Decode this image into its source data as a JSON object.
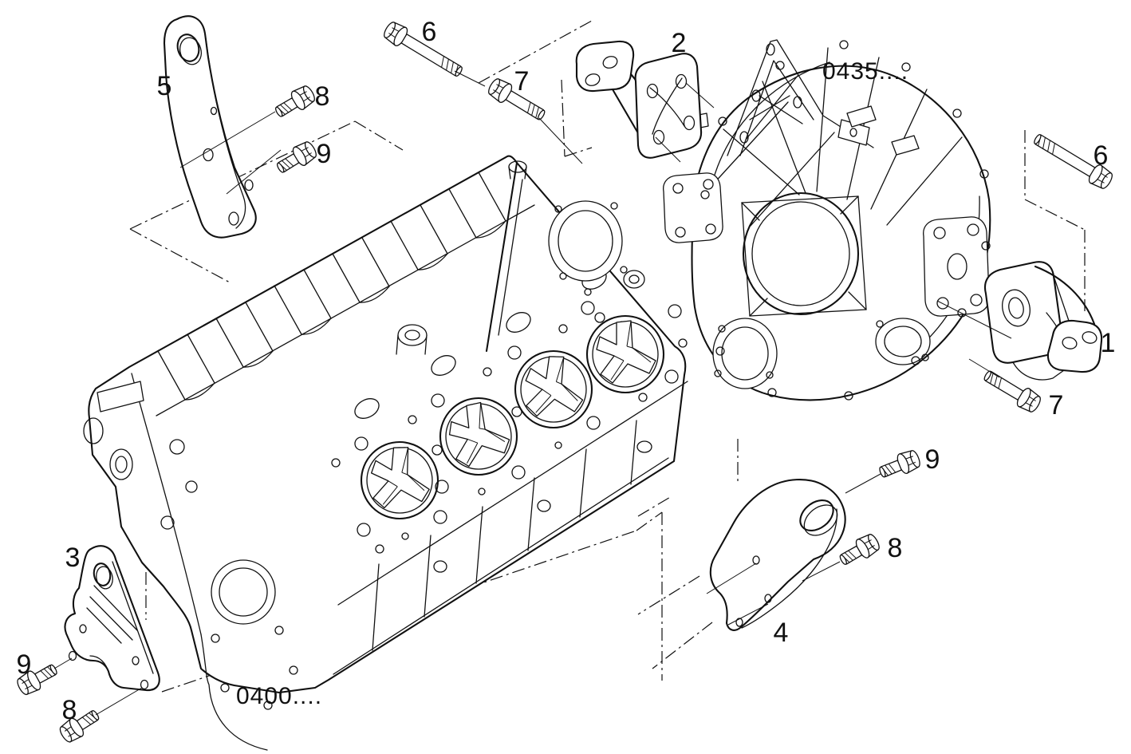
{
  "page": {
    "background": "#ffffff",
    "ink": "#111111"
  },
  "reference_codes": [
    {
      "code": "0435...."
    },
    {
      "code": "0400...."
    }
  ],
  "callouts": [
    {
      "label": "5"
    },
    {
      "label": "8"
    },
    {
      "label": "9"
    },
    {
      "label": "6"
    },
    {
      "label": "7"
    },
    {
      "label": "2"
    },
    {
      "label": "6"
    },
    {
      "label": "1"
    },
    {
      "label": "7"
    },
    {
      "label": "9"
    },
    {
      "label": "8"
    },
    {
      "label": "4"
    },
    {
      "label": "3"
    },
    {
      "label": "9"
    },
    {
      "label": "8"
    }
  ]
}
